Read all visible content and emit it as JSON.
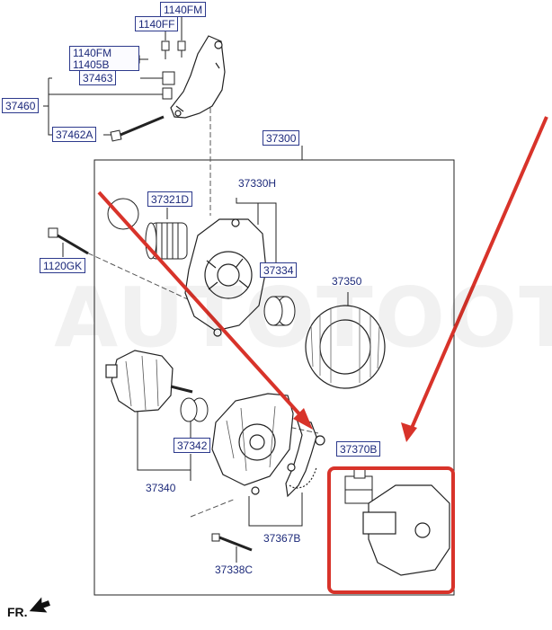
{
  "watermark": "AUTOTOOT",
  "orientation": {
    "label": "FR."
  },
  "part_labels": {
    "p1140FM_top": "1140FM",
    "p1140FF": "1140FF",
    "p1140FM_mid": "1140FM",
    "p11405B": "11405B",
    "p37463": "37463",
    "p37460": "37460",
    "p37462A": "37462A",
    "p37300": "37300",
    "p37321D": "37321D",
    "p37330H": "37330H",
    "p1120GK": "1120GK",
    "p37334": "37334",
    "p37350": "37350",
    "p37342": "37342",
    "p37370B": "37370B",
    "p37340": "37340",
    "p37367B": "37367B",
    "p37338C": "37338C"
  },
  "colors": {
    "label_border": "#2d3a8c",
    "label_text": "#1d2a7a",
    "highlight": "#d8332a",
    "line": "#222222"
  }
}
